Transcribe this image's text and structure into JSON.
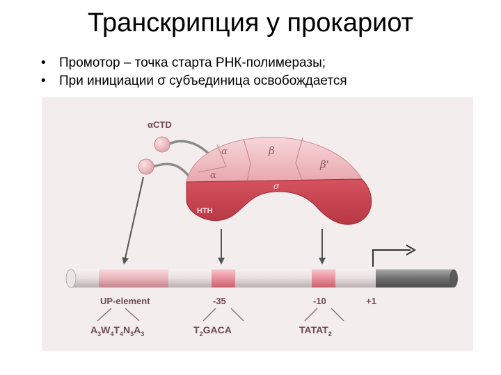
{
  "title": "Транскрипция у прокариот",
  "bullets": [
    "Промотор – точка старта РНК-полимеразы;",
    "При инициации σ субъединица освобождается"
  ],
  "diagram": {
    "actd_label": "αCTD",
    "alpha_top": "α",
    "alpha_bottom": "α",
    "beta": "β",
    "beta_prime": "β'",
    "sigma": "σ",
    "hth": "HTH",
    "up_element": "UP-element",
    "minus35": "-35",
    "minus10": "-10",
    "plus1": "+1",
    "up_seq": [
      {
        "base": "A",
        "n": "3"
      },
      {
        "base": "W",
        "n": "4"
      },
      {
        "base": "T",
        "n": "4"
      },
      {
        "base": "N",
        "n": "3"
      },
      {
        "base": "A",
        "n": "3"
      }
    ],
    "minus35_seq_prefix": "T",
    "minus35_seq_sub": "2",
    "minus35_seq_rest": "GACA",
    "minus10_seq_main": "TATAT",
    "minus10_seq_sub": "2"
  },
  "colors": {
    "polymerase_light": "#f2c4c8",
    "polymerase_dark": "#c8404c",
    "dna_pink": "#e98a94",
    "dna_gray": "#7a7a7a",
    "label": "#6b4a4e"
  }
}
